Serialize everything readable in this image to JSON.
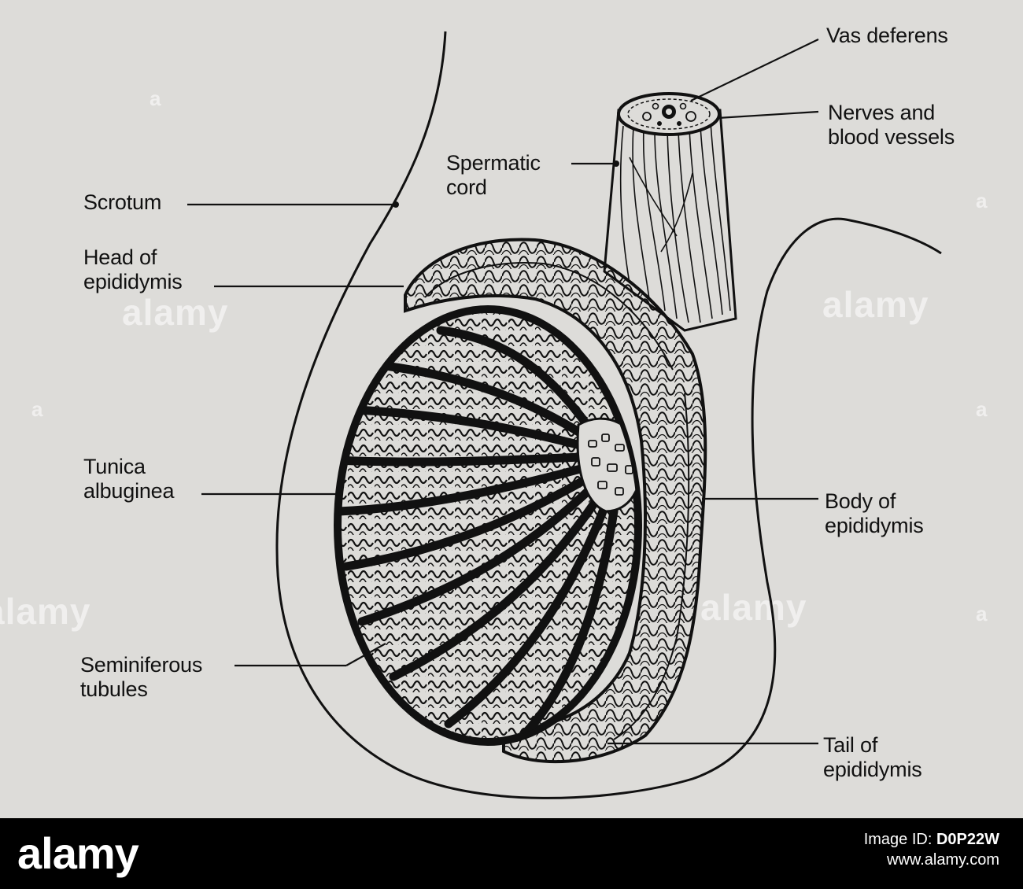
{
  "labels": {
    "vas_deferens": "Vas deferens",
    "nerves": "Nerves and\nblood vessels",
    "spermatic_cord": "Spermatic\ncord",
    "scrotum": "Scrotum",
    "head_epididymis": "Head of\nepididymis",
    "tunica": "Tunica\nalbuginea",
    "body_epididymis": "Body of\nepididymis",
    "seminiferous": "Seminiferous\ntubules",
    "tail_epididymis": "Tail of\nepididymis"
  },
  "watermark": {
    "word": "alamy",
    "mark": "a"
  },
  "footer": {
    "logo": "alamy",
    "image_id_label": "Image ID:",
    "image_id": "D0P22W",
    "site": "www.alamy.com"
  },
  "colors": {
    "background": "#dddcd9",
    "ink": "#111111",
    "footer": "#000000"
  }
}
